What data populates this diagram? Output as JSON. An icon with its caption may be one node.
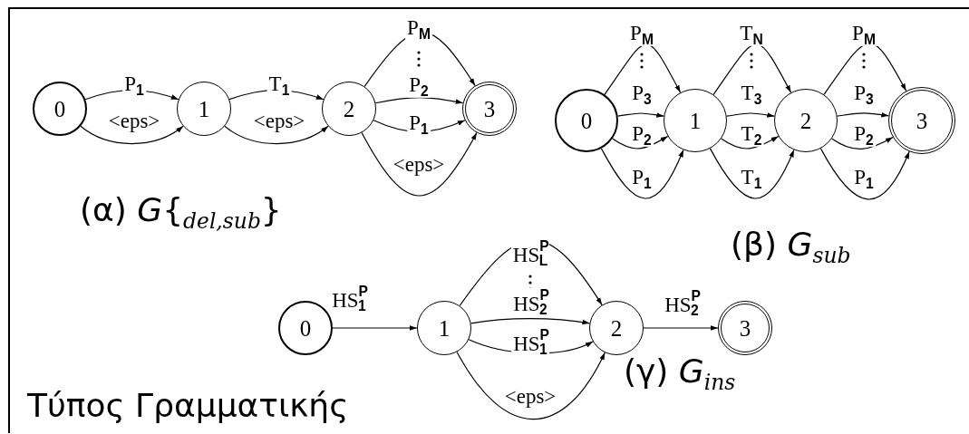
{
  "diagram": {
    "nodes": [
      {
        "text": [
          "0"
        ]
      },
      {
        "text": [
          "1"
        ]
      },
      {
        "text": [
          "2"
        ]
      },
      {
        "text": [
          "3"
        ]
      },
      {
        "text": [
          "0"
        ]
      },
      {
        "text": [
          "1"
        ]
      },
      {
        "text": [
          "2"
        ]
      },
      {
        "text": [
          "3"
        ]
      },
      {
        "text": [
          "0"
        ]
      },
      {
        "text": [
          "1"
        ]
      },
      {
        "text": [
          "2"
        ]
      },
      {
        "text": [
          "3"
        ]
      }
    ],
    "edges": [
      {
        "from": 0,
        "to": 1,
        "arrow": "to",
        "label": "P$_{1}$"
      },
      {
        "from": 0,
        "to": 1,
        "arrow": "to",
        "label": "<eps>"
      },
      {
        "from": 1,
        "to": 2,
        "arrow": "to",
        "label": "T$_{1}$"
      },
      {
        "from": 1,
        "to": 2,
        "arrow": "to",
        "label": "<eps>"
      },
      {
        "from": 2,
        "to": 3,
        "arrow": "to",
        "label": "P$_{M}$"
      },
      {
        "from": 2,
        "to": 3,
        "arrow": "to",
        "label": "P$_{2}$"
      },
      {
        "from": 2,
        "to": 3,
        "arrow": "to",
        "label": "P$_{1}$"
      },
      {
        "from": 2,
        "to": 3,
        "arrow": "to",
        "label": "<eps>"
      },
      {
        "from": 4,
        "to": 5,
        "arrow": "to",
        "label": "P$_{M}$"
      },
      {
        "from": 4,
        "to": 5,
        "arrow": "to",
        "label": "P$_{3}$"
      },
      {
        "from": 4,
        "to": 5,
        "arrow": "to",
        "label": "P$_{2}$"
      },
      {
        "from": 4,
        "to": 5,
        "arrow": "to",
        "label": "P$_{1}$"
      },
      {
        "from": 5,
        "to": 6,
        "arrow": "to",
        "label": "T$_{N}$"
      },
      {
        "from": 5,
        "to": 6,
        "arrow": "to",
        "label": "T$_{3}$"
      },
      {
        "from": 5,
        "to": 6,
        "arrow": "to",
        "label": "T$_{2}$"
      },
      {
        "from": 5,
        "to": 6,
        "arrow": "to",
        "label": "T$_{1}$"
      },
      {
        "from": 6,
        "to": 7,
        "arrow": "to",
        "label": "P$_{M}$"
      },
      {
        "from": 6,
        "to": 7,
        "arrow": "to",
        "label": "P$_{3}$"
      },
      {
        "from": 6,
        "to": 7,
        "arrow": "to",
        "label": "P$_{2}$"
      },
      {
        "from": 6,
        "to": 7,
        "arrow": "to",
        "label": "P$_{1}$"
      },
      {
        "from": 8,
        "to": 9,
        "arrow": "to",
        "label": "HS$^{P}$$_{1}$"
      },
      {
        "from": 9,
        "to": 10,
        "arrow": "to",
        "label": "HS$^{P}$$_{L}$"
      },
      {
        "from": 9,
        "to": 10,
        "arrow": "to",
        "label": "HS$^{P}$$_{2}$"
      },
      {
        "from": 9,
        "to": 10,
        "arrow": "to",
        "label": "HS$^{P}$$_{1}$"
      },
      {
        "from": 9,
        "to": 10,
        "arrow": "to",
        "label": "<eps>"
      },
      {
        "from": 10,
        "to": 11,
        "arrow": "to",
        "label": "HS$^{P}$$_{2}$"
      }
    ],
    "labels": [
      "(α) *G*{$_{del,sub}$}",
      "(β) *G*$_{sub}$",
      "Τύπος Γραμματικής",
      "(γ) *G*$_{ins}$"
    ]
  }
}
